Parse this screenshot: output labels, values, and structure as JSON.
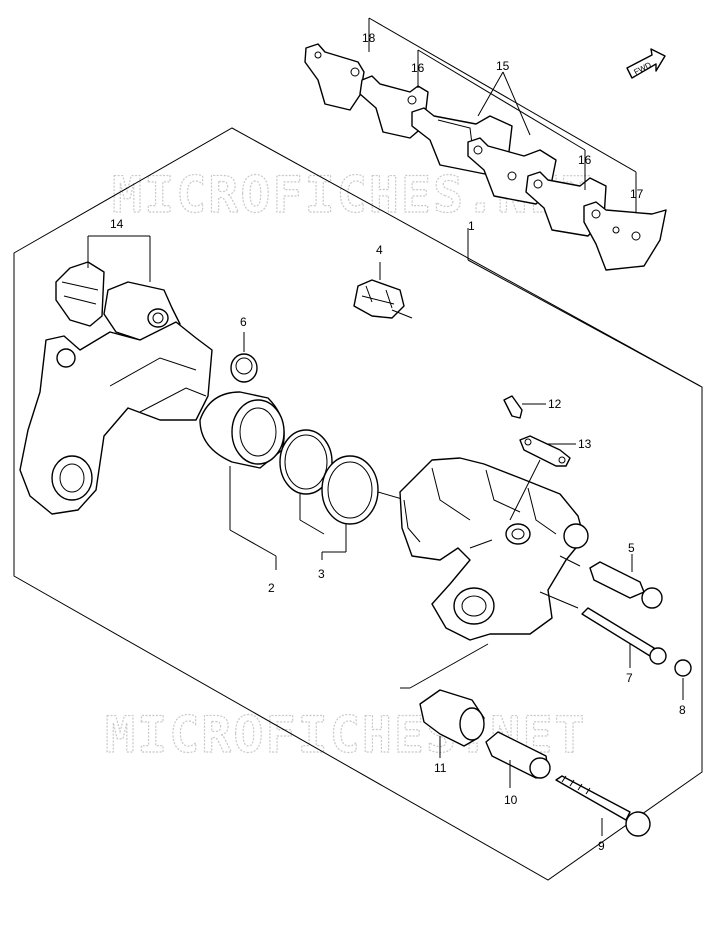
{
  "diagram": {
    "type": "exploded-parts-diagram",
    "watermark": "MICROFICHES.NET",
    "fwd_label": "FWD",
    "callouts": {
      "p1": "1",
      "p2": "2",
      "p3": "3",
      "p4": "4",
      "p5": "5",
      "p6": "6",
      "p7": "7",
      "p8": "8",
      "p9": "9",
      "p10": "10",
      "p11": "11",
      "p12": "12",
      "p13": "13",
      "p14": "14",
      "p15": "15",
      "p16a": "16",
      "p16b": "16",
      "p17": "17",
      "p18": "18"
    }
  }
}
